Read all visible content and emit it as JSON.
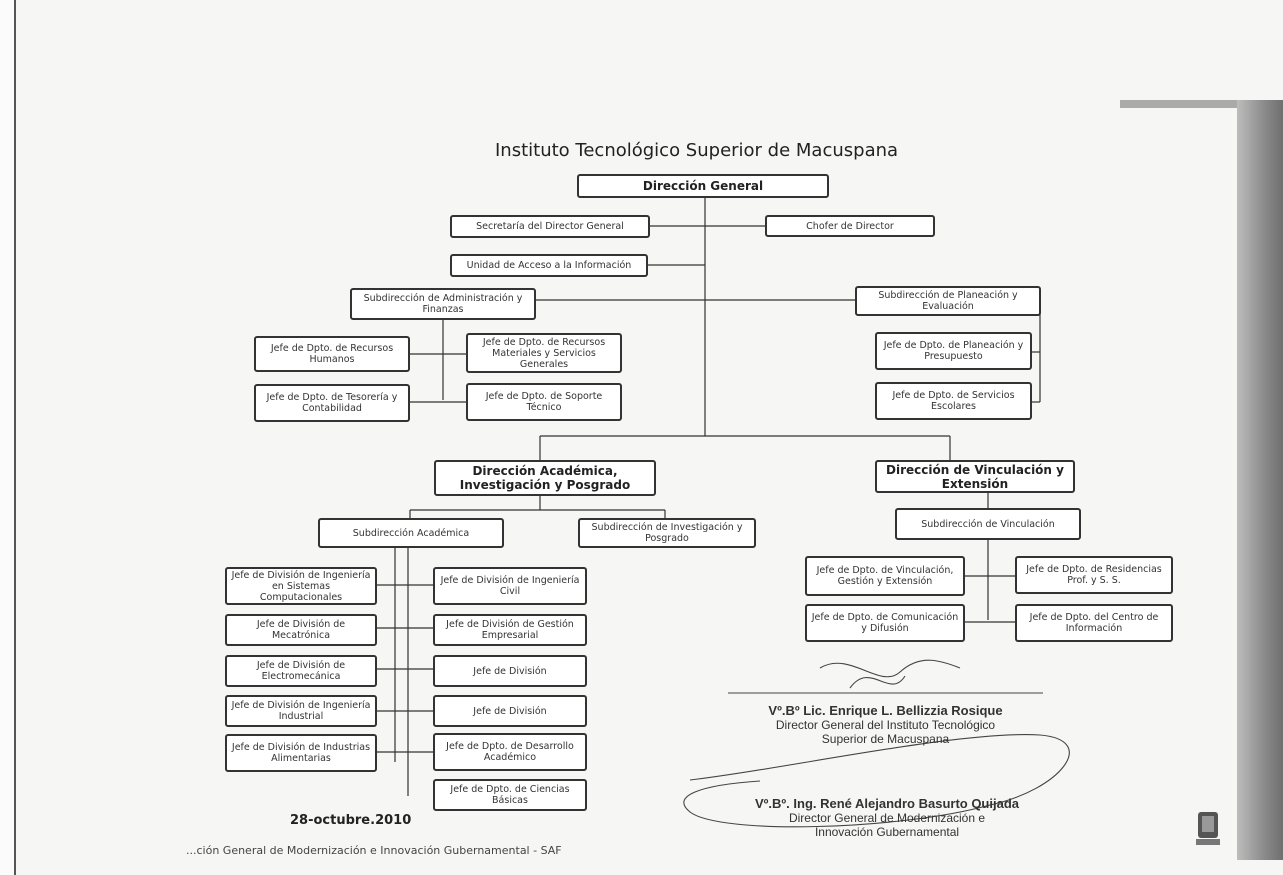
{
  "document": {
    "title": "Instituto Tecnológico Superior de Macuspana",
    "date": "28-octubre.2010",
    "footer": "...ción General de Modernización e Innovación Gubernamental - SAF"
  },
  "org_chart": {
    "direccion_general": "Dirección General",
    "secretaria": "Secretaría del Director General",
    "chofer": "Chofer de Director",
    "unidad_acceso": "Unidad de Acceso a la Información",
    "sub_admin": "Subdirección de Administración y Finanzas",
    "jefe_rh": "Jefe de Dpto. de Recursos Humanos",
    "jefe_tesoreria": "Jefe de Dpto. de Tesorería y Contabilidad",
    "jefe_materiales": "Jefe de Dpto. de Recursos Materiales y Servicios Generales",
    "jefe_soporte": "Jefe de Dpto. de Soporte Técnico",
    "sub_planeacion": "Subdirección de Planeación y Evaluación",
    "jefe_planeacion": "Jefe de Dpto. de Planeación y Presupuesto",
    "jefe_servicios_escolares": "Jefe de Dpto. de Servicios Escolares",
    "dir_academica": "Dirección Académica, Investigación y Posgrado",
    "dir_vinculacion": "Dirección de Vinculación y Extensión",
    "sub_academica": "Subdirección Académica",
    "sub_investigacion": "Subdirección de Investigación y Posgrado",
    "sub_vinculacion": "Subdirección de Vinculación",
    "div_sistemas": "Jefe de División de Ingeniería en Sistemas Computacionales",
    "div_mecatronica": "Jefe de División de Mecatrónica",
    "div_electromecanica": "Jefe de División de Electromecánica",
    "div_industrial": "Jefe de División de Ingeniería Industrial",
    "div_alimentarias": "Jefe de División de Industrias Alimentarias",
    "div_civil": "Jefe de División de Ingeniería Civil",
    "div_gestion": "Jefe de División de Gestión Empresarial",
    "div_generic1": "Jefe de División",
    "div_generic2": "Jefe de División",
    "jefe_desarrollo": "Jefe de Dpto. de Desarrollo Académico",
    "jefe_ciencias": "Jefe de Dpto. de Ciencias Básicas",
    "jefe_vinc_gestion": "Jefe de Dpto. de Vinculación, Gestión y Extensión",
    "jefe_comunicacion": "Jefe de Dpto. de Comunicación y Difusión",
    "jefe_residencias": "Jefe de Dpto. de Residencias Prof. y S. S.",
    "jefe_centro_info": "Jefe de Dpto. del Centro de Información"
  },
  "signatures": {
    "sig1_name": "Vº.Bº Lic. Enrique L. Bellizzia Rosique",
    "sig1_role1": "Director General del Instituto Tecnológico",
    "sig1_role2": "Superior de Macuspana",
    "sig2_name": "Vº.Bº. Ing. René Alejandro Basurto Quijada",
    "sig2_role1": "Director General de Modernización e",
    "sig2_role2": "Innovación Gubernamental"
  }
}
